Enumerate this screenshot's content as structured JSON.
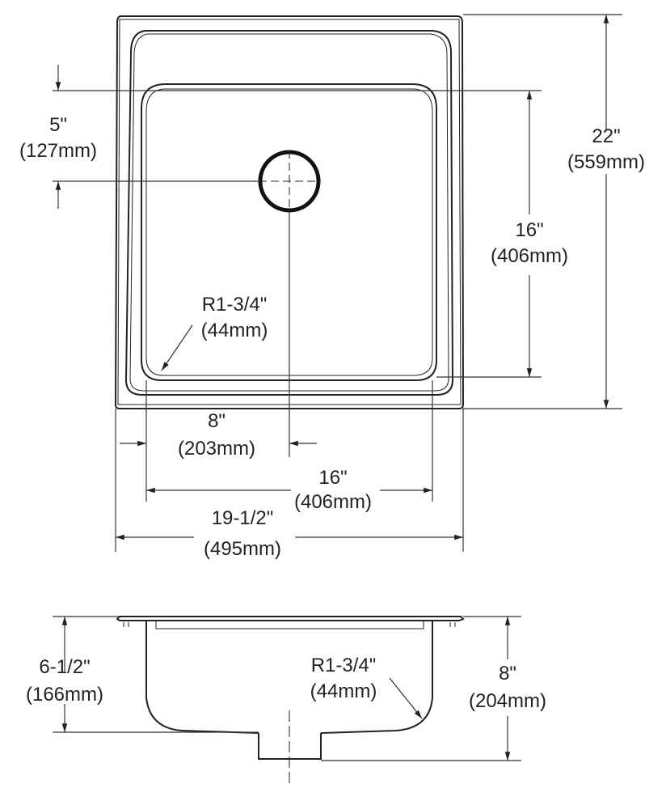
{
  "top_view": {
    "drain_offset": {
      "imperial": "5\"",
      "metric": "(127mm)"
    },
    "overall_depth": {
      "imperial": "22\"",
      "metric": "(559mm)"
    },
    "bowl_depth": {
      "imperial": "16\"",
      "metric": "(406mm)"
    },
    "corner_radius": {
      "imperial": "R1-3/4\"",
      "metric": "(44mm)"
    },
    "drain_center": {
      "imperial": "8\"",
      "metric": "(203mm)"
    },
    "bowl_width": {
      "imperial": "16\"",
      "metric": "(406mm)"
    },
    "overall_width": {
      "imperial": "19-1/2\"",
      "metric": "(495mm)"
    }
  },
  "side_view": {
    "bowl_height": {
      "imperial": "6-1/2\"",
      "metric": "(166mm)"
    },
    "corner_radius": {
      "imperial": "R1-3/4\"",
      "metric": "(44mm)"
    },
    "overall_height": {
      "imperial": "8\"",
      "metric": "(204mm)"
    }
  }
}
